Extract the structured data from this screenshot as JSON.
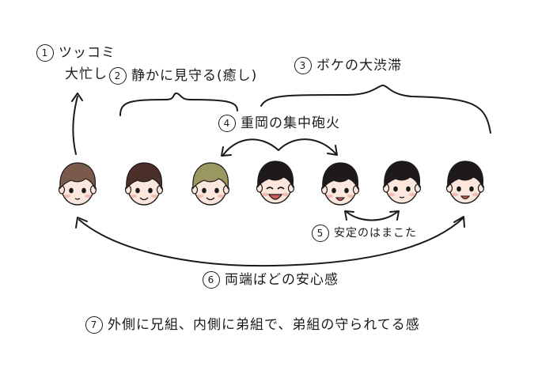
{
  "annotations": {
    "n1": {
      "num": "1",
      "line1": "ツッコミ",
      "line2": "大忙し"
    },
    "n2": {
      "num": "2",
      "text": "静かに見守る(癒し)"
    },
    "n3": {
      "num": "3",
      "text": "ボケの大渋滞"
    },
    "n4": {
      "num": "4",
      "text": "重岡の集中砲火"
    },
    "n5": {
      "num": "5",
      "text": "安定のはまこた"
    },
    "n6": {
      "num": "6",
      "text": "両端ばどの安心感"
    },
    "n7": {
      "num": "7",
      "text": "外側に兄組、内側に弟組で、弟組の守られてる感"
    }
  },
  "faces": [
    {
      "hair": "#7a5a4a",
      "skin": "#fbe7db",
      "expression": "calm"
    },
    {
      "hair": "#4a3028",
      "skin": "#fbe7db",
      "expression": "smile"
    },
    {
      "hair": "#9a9860",
      "skin": "#fbe7db",
      "expression": "smile"
    },
    {
      "hair": "#1e1a1c",
      "skin": "#fbe7db",
      "expression": "laugh"
    },
    {
      "hair": "#1e1a1c",
      "skin": "#fbe7db",
      "expression": "open"
    },
    {
      "hair": "#1e1a1c",
      "skin": "#fbe7db",
      "expression": "calm"
    },
    {
      "hair": "#1e1a1c",
      "skin": "#fbe7db",
      "expression": "open"
    }
  ],
  "colors": {
    "ink": "#1a1a1a",
    "blush": "#f3b8b0",
    "mouth": "#d95a5a"
  }
}
